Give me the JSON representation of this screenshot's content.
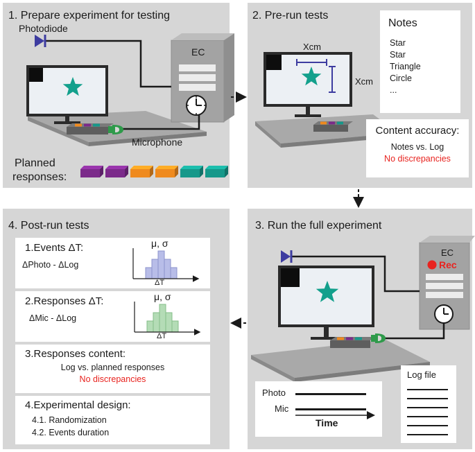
{
  "panels": [
    {
      "title": "1.  Prepare experiment for testing"
    },
    {
      "title": "2. Pre-run tests"
    },
    {
      "title": "3. Run the full experiment"
    },
    {
      "title": "4. Post-run tests"
    }
  ],
  "panel1": {
    "photodiode": "Photodiode",
    "ec": "EC",
    "microphone": "Microphone",
    "planned_line1": "Planned",
    "planned_line2": "responses:",
    "planned_colors": [
      "#7b2a8a",
      "#7b2a8a",
      "#ef8a1e",
      "#ef8a1e",
      "#16988a",
      "#16988a"
    ]
  },
  "panel2": {
    "xcm_top": "Xcm",
    "xcm_side": "Xcm",
    "notes_title": "Notes",
    "notes_items": [
      "Star",
      "Star",
      "Triangle",
      "Circle",
      "..."
    ],
    "accuracy_title": "Content accuracy:",
    "accuracy_sub": "Notes vs. Log",
    "accuracy_result": "No discrepancies"
  },
  "panel3": {
    "ec": "EC",
    "rec": "Rec",
    "log_file": "Log file",
    "photo": "Photo",
    "mic": "Mic",
    "time": "Time"
  },
  "panel4": {
    "events_title": "1.Events ΔT:",
    "events_formula": "ΔPhoto - ΔLog",
    "events_stats": "μ, σ",
    "events_axis": "ΔT",
    "responses_title": "2.Responses ΔT:",
    "responses_formula": "ΔMic - ΔLog",
    "responses_stats": "μ, σ",
    "responses_axis": "ΔT",
    "content_title": "3.Responses content:",
    "content_sub": "Log vs. planned responses",
    "content_result": "No discrepancies",
    "design_title": "4.Experimental design:",
    "design_items": [
      "4.1. Randomization",
      "4.2. Events duration"
    ]
  },
  "colors": {
    "panel": "#d6d6d6",
    "star": "#13a08c",
    "photodiode": "#3d3ca0",
    "microphone": "#2e9a4a",
    "red": "#e8231f",
    "hist_blue": "#b8bde8",
    "hist_green": "#b4dcb6"
  },
  "icons": [
    "photodiode-icon",
    "star-icon",
    "clock-icon",
    "microphone-icon",
    "arrow-icon",
    "record-dot-icon"
  ]
}
